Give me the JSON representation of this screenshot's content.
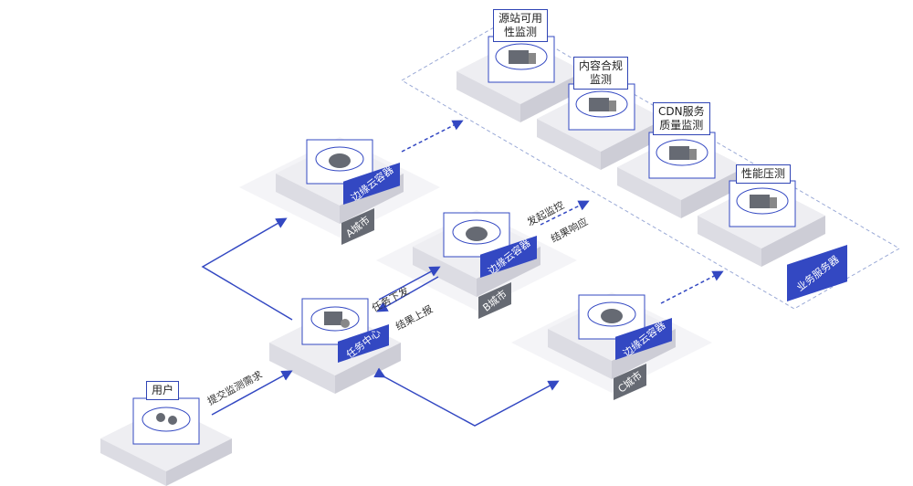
{
  "nodes": {
    "user": {
      "label": "用户"
    },
    "task_center": {
      "tag": "任务中心"
    },
    "city_a": {
      "tag": "边缘云容器",
      "city": "A城市"
    },
    "city_b": {
      "tag": "边缘云容器",
      "city": "B城市"
    },
    "city_c": {
      "tag": "边缘云容器",
      "city": "C城市"
    },
    "business_servers": {
      "tag": "业务服务器",
      "items": [
        {
          "label_line1": "源站可用",
          "label_line2": "性监测"
        },
        {
          "label_line1": "内容合规",
          "label_line2": "监测"
        },
        {
          "label_line1": "CDN服务",
          "label_line2": "质量监测"
        },
        {
          "label_line1": "性能压测",
          "label_line2": ""
        }
      ]
    }
  },
  "edges": {
    "submit_request": "提交监测需求",
    "task_dispatch": "任务下发",
    "result_report": "结果上报",
    "initiate_monitor": "发起监控",
    "result_response": "结果响应"
  },
  "colors": {
    "accent": "#3348c2",
    "platform_top": "#efeff3",
    "platform_side": "#d9d9e0",
    "gray_tag": "#666a73"
  }
}
